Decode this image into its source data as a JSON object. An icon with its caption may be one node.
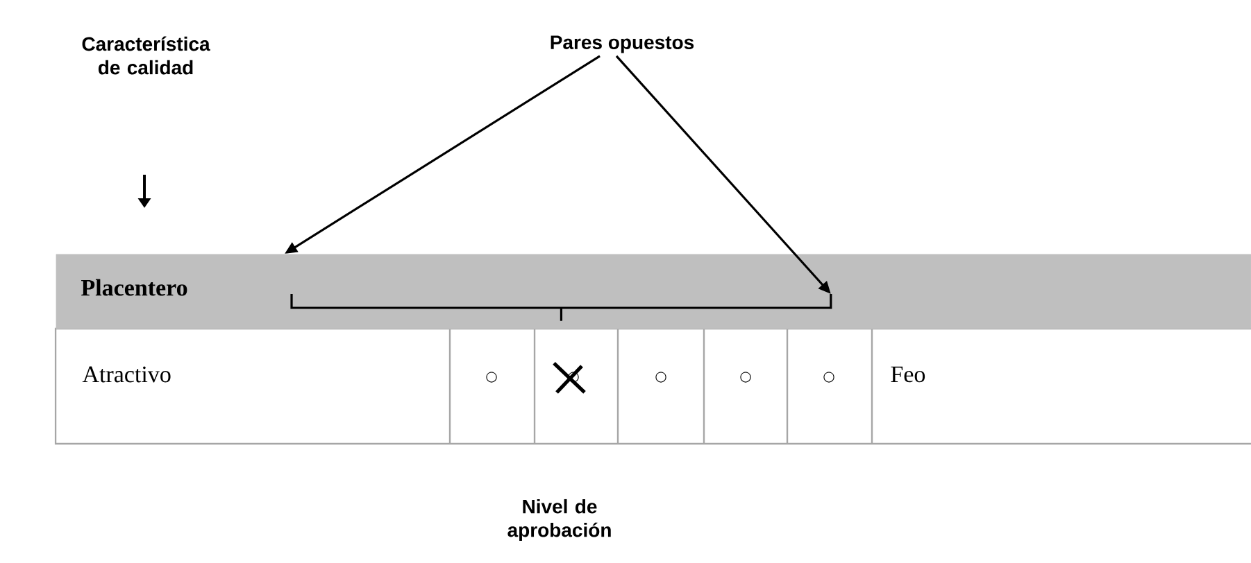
{
  "diagram": {
    "nodes": [
      {
        "text": [
          "Pares opuestos"
        ]
      },
      {
        "text": [
          "Placentero"
        ]
      },
      {
        "text": [],
        "shape": "bracket",
        "in": 1
      }
    ],
    "edges": [
      {
        "from": 0,
        "to": 1,
        "arrow": "to"
      },
      {
        "from": 0,
        "to": 2,
        "arrow": "to"
      }
    ],
    "labels": [
      "Característica de calidad",
      "Atractivo",
      "○",
      "○",
      "○",
      "○",
      "○",
      "Feo",
      "Nivel de aprobación"
    ]
  }
}
